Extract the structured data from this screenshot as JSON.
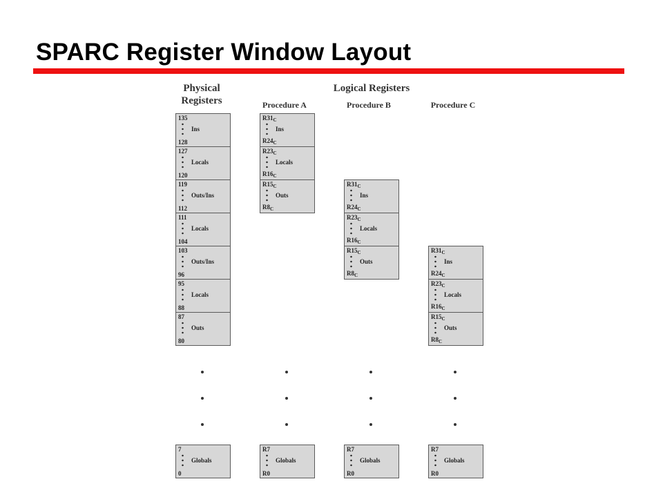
{
  "title": "SPARC Register Window Layout",
  "colors": {
    "title_rule": "#ee1111",
    "block_fill": "#d7d7d7",
    "block_border": "#5a5a5a"
  },
  "headers": {
    "physical_line1": "Physical",
    "physical_line2": "Registers",
    "logical": "Logical Registers",
    "proc_a": "Procedure A",
    "proc_b": "Procedure B",
    "proc_c": "Procedure C"
  },
  "physical": [
    {
      "top": "135",
      "label": "Ins",
      "bottom": "128"
    },
    {
      "top": "127",
      "label": "Locals",
      "bottom": "120"
    },
    {
      "top": "119",
      "label": "Outs/Ins",
      "bottom": "112"
    },
    {
      "top": "111",
      "label": "Locals",
      "bottom": "104"
    },
    {
      "top": "103",
      "label": "Outs/Ins",
      "bottom": "96"
    },
    {
      "top": "95",
      "label": "Locals",
      "bottom": "88"
    },
    {
      "top": "87",
      "label": "Outs",
      "bottom": "80"
    }
  ],
  "procedures": {
    "a": [
      {
        "top": "R31",
        "top_sub": "C",
        "label": "Ins",
        "bottom": "R24",
        "bottom_sub": "C"
      },
      {
        "top": "R23",
        "top_sub": "C",
        "label": "Locals",
        "bottom": "R16",
        "bottom_sub": "C"
      },
      {
        "top": "R15",
        "top_sub": "C",
        "label": "Outs",
        "bottom": "R8",
        "bottom_sub": "C"
      }
    ],
    "b": [
      {
        "top": "R31",
        "top_sub": "C",
        "label": "Ins",
        "bottom": "R24",
        "bottom_sub": "C"
      },
      {
        "top": "R23",
        "top_sub": "C",
        "label": "Locals",
        "bottom": "R16",
        "bottom_sub": "C"
      },
      {
        "top": "R15",
        "top_sub": "C",
        "label": "Outs",
        "bottom": "R8",
        "bottom_sub": "C"
      }
    ],
    "c": [
      {
        "top": "R31",
        "top_sub": "C",
        "label": "Ins",
        "bottom": "R24",
        "bottom_sub": "C"
      },
      {
        "top": "R23",
        "top_sub": "C",
        "label": "Locals",
        "bottom": "R16",
        "bottom_sub": "C"
      },
      {
        "top": "R15",
        "top_sub": "C",
        "label": "Outs",
        "bottom": "R8",
        "bottom_sub": "C"
      }
    ]
  },
  "globals": {
    "physical": {
      "top": "7",
      "label": "Globals",
      "bottom": "0"
    },
    "logical": {
      "top": "R7",
      "label": "Globals",
      "bottom": "R0"
    }
  }
}
